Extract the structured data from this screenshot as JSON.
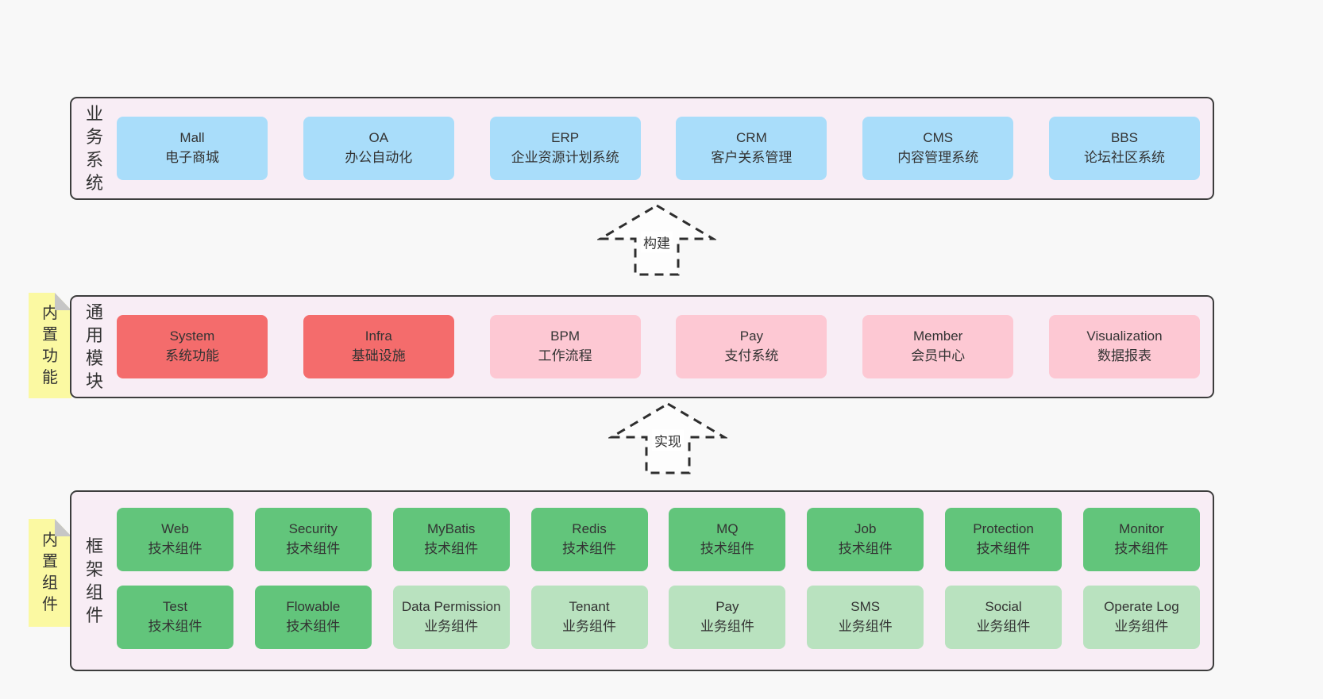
{
  "colors": {
    "canvas_bg": "#f8f8f8",
    "panel_bg": "#f8edf5",
    "panel_border": "#3d3d3d",
    "business_box": "#a9ddfa",
    "core_module_box": "#f46c6c",
    "extension_module_box": "#fdc8d3",
    "tech_component_box": "#62c57b",
    "biz_component_box": "#b9e2bf",
    "sticky_tab": "#fbf9a2",
    "text": "#333333"
  },
  "arrows": [
    {
      "label": "构建",
      "direction": "up"
    },
    {
      "label": "实现",
      "direction": "up"
    }
  ],
  "sections": [
    {
      "label": "业务系统",
      "rows": [
        [
          {
            "name": "Mall",
            "subtitle": "电子商城",
            "variant": "blue"
          },
          {
            "name": "OA",
            "subtitle": "办公自动化",
            "variant": "blue"
          },
          {
            "name": "ERP",
            "subtitle": "企业资源计划系统",
            "variant": "blue"
          },
          {
            "name": "CRM",
            "subtitle": "客户关系管理",
            "variant": "blue"
          },
          {
            "name": "CMS",
            "subtitle": "内容管理系统",
            "variant": "blue"
          },
          {
            "name": "BBS",
            "subtitle": "论坛社区系统",
            "variant": "blue"
          }
        ]
      ]
    },
    {
      "label": "通用模块",
      "tab": "内置功能",
      "rows": [
        [
          {
            "name": "System",
            "subtitle": "系统功能",
            "variant": "red"
          },
          {
            "name": "Infra",
            "subtitle": "基础设施",
            "variant": "red"
          },
          {
            "name": "BPM",
            "subtitle": "工作流程",
            "variant": "pink"
          },
          {
            "name": "Pay",
            "subtitle": "支付系统",
            "variant": "pink"
          },
          {
            "name": "Member",
            "subtitle": "会员中心",
            "variant": "pink"
          },
          {
            "name": "Visualization",
            "subtitle": "数据报表",
            "variant": "pink"
          }
        ]
      ]
    },
    {
      "label": "框架组件",
      "tab": "内置组件",
      "rows": [
        [
          {
            "name": "Web",
            "subtitle": "技术组件",
            "variant": "green"
          },
          {
            "name": "Security",
            "subtitle": "技术组件",
            "variant": "green"
          },
          {
            "name": "MyBatis",
            "subtitle": "技术组件",
            "variant": "green"
          },
          {
            "name": "Redis",
            "subtitle": "技术组件",
            "variant": "green"
          },
          {
            "name": "MQ",
            "subtitle": "技术组件",
            "variant": "green"
          },
          {
            "name": "Job",
            "subtitle": "技术组件",
            "variant": "green"
          },
          {
            "name": "Protection",
            "subtitle": "技术组件",
            "variant": "green"
          },
          {
            "name": "Monitor",
            "subtitle": "技术组件",
            "variant": "green"
          }
        ],
        [
          {
            "name": "Test",
            "subtitle": "技术组件",
            "variant": "green"
          },
          {
            "name": "Flowable",
            "subtitle": "技术组件",
            "variant": "green"
          },
          {
            "name": "Data Permission",
            "subtitle": "业务组件",
            "variant": "green-light"
          },
          {
            "name": "Tenant",
            "subtitle": "业务组件",
            "variant": "green-light"
          },
          {
            "name": "Pay",
            "subtitle": "业务组件",
            "variant": "green-light"
          },
          {
            "name": "SMS",
            "subtitle": "业务组件",
            "variant": "green-light"
          },
          {
            "name": "Social",
            "subtitle": "业务组件",
            "variant": "green-light"
          },
          {
            "name": "Operate Log",
            "subtitle": "业务组件",
            "variant": "green-light"
          }
        ]
      ]
    }
  ]
}
